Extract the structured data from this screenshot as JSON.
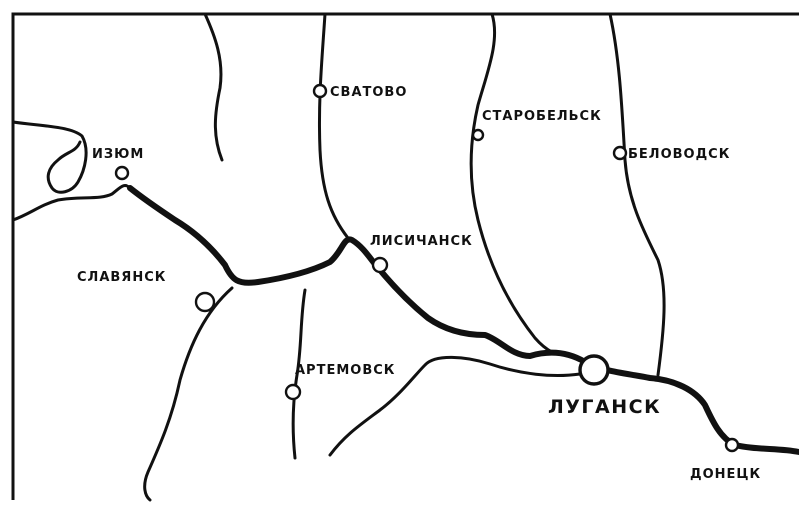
{
  "map": {
    "cities": {
      "izyum": "ИЗЮМ",
      "svatovo": "СВАТОВО",
      "starobelsk": "СТАРОБЕЛЬСК",
      "belovodsk": "БЕЛОВОДСК",
      "slavyansk": "СЛАВЯНСК",
      "lisichansk": "ЛИСИЧАНСК",
      "artemovsk": "АРТЕМОВСК",
      "lugansk": "ЛУГАНСК",
      "donetsk": "ДОНЕЦК"
    }
  }
}
